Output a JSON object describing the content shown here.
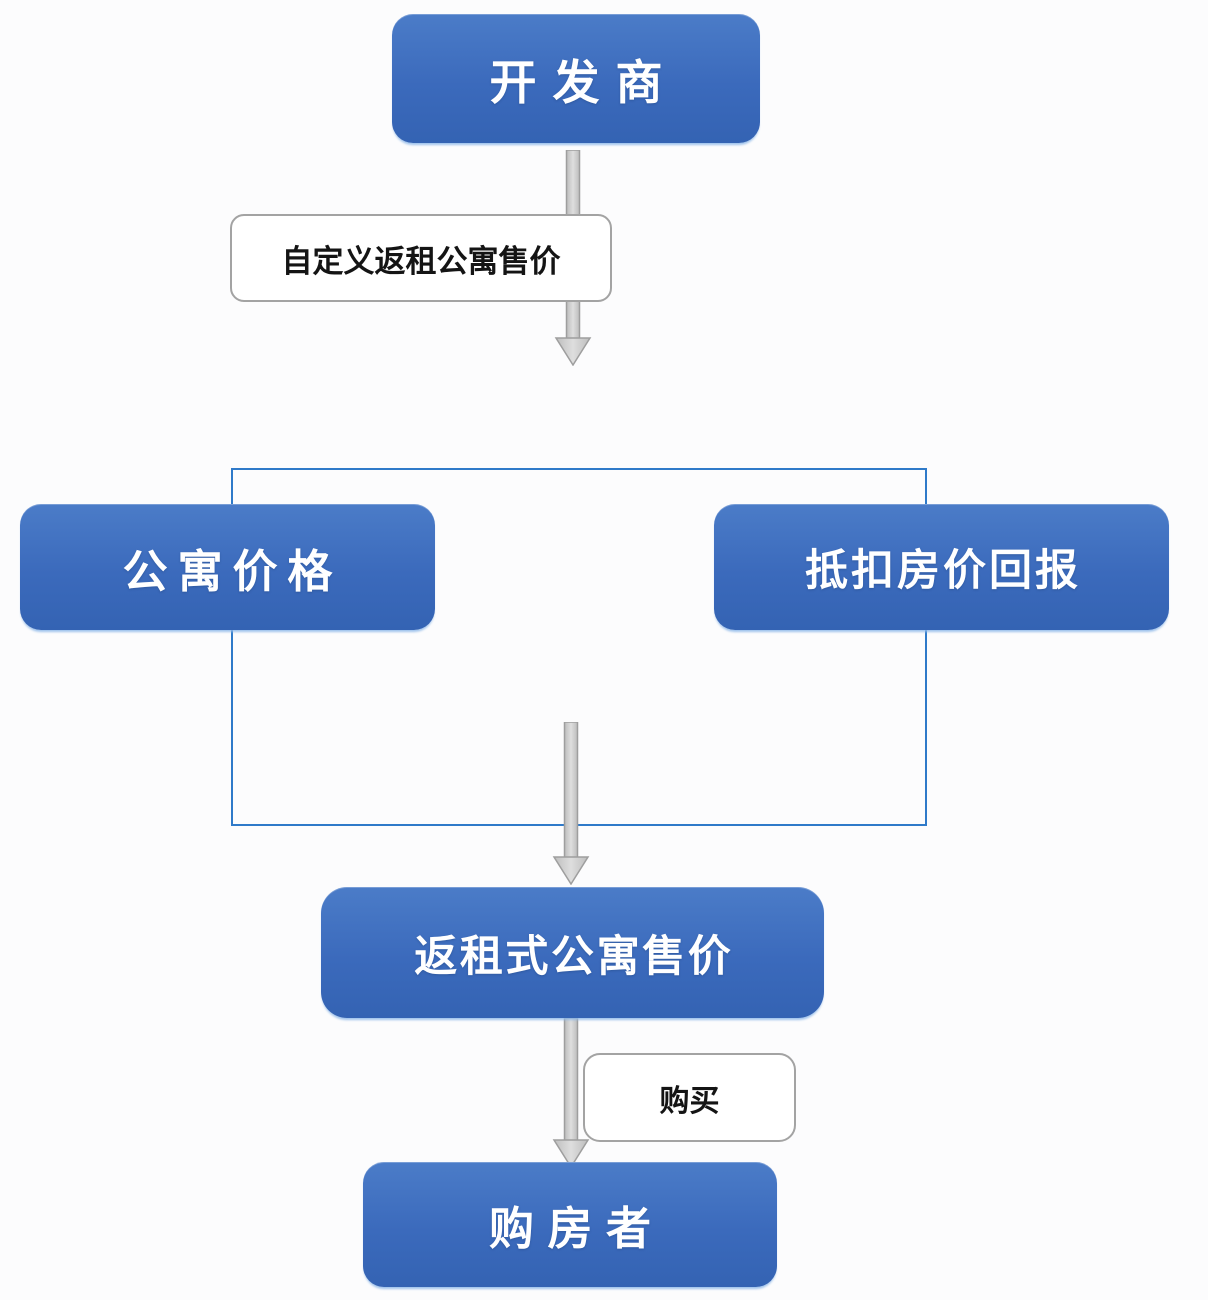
{
  "diagram": {
    "nodes": {
      "developer": {
        "label": "开发商"
      },
      "apartment": {
        "label": "公寓价格"
      },
      "deduction": {
        "label": "抵扣房价回报"
      },
      "leaseback": {
        "label": "返租式公寓售价"
      },
      "buyer": {
        "label": "购房者"
      }
    },
    "edge_labels": {
      "custom_price": {
        "label": "自定义返租公寓售价"
      },
      "purchase": {
        "label": "购买"
      }
    },
    "colors": {
      "node_fill_blue": "#3b6abc",
      "frame_outline_blue": "#2f7ac9",
      "arrow_fill_gray": "#cdcdcd",
      "arrow_stroke_gray": "#9e9e9e",
      "label_border_gray": "#a3a3a3",
      "node_text": "#ffffff",
      "label_text": "#141414",
      "background": "#fcfcfd"
    }
  }
}
